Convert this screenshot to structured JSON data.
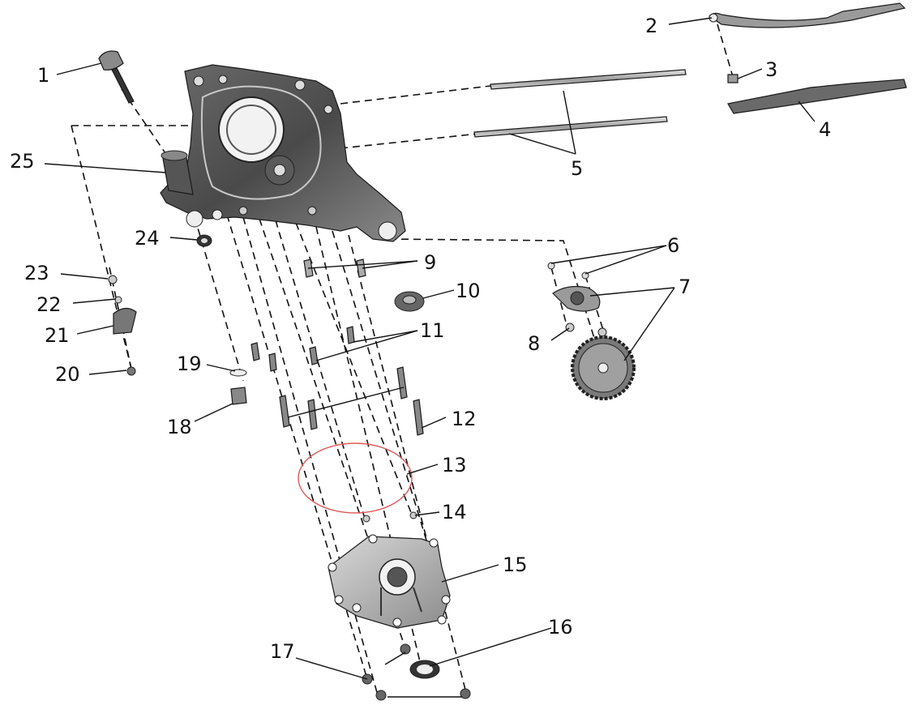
{
  "diagram": {
    "type": "exploded-parts-view",
    "callouts": [
      "1",
      "2",
      "3",
      "4",
      "5",
      "6",
      "7",
      "8",
      "9",
      "10",
      "11",
      "12",
      "13",
      "14",
      "15",
      "16",
      "17",
      "18",
      "19",
      "20",
      "21",
      "22",
      "23",
      "24",
      "25"
    ]
  },
  "colors": {
    "background": "#ffffff",
    "line": "#111111",
    "casting_dark": "#4a4a4a",
    "casting_mid": "#7a7a7a",
    "casting_light": "#b5b5b5",
    "gasket": "#e05a5a"
  },
  "icons": {
    "crankcase": "crankcase-half",
    "dipstick": "dipstick-cap",
    "gear": "spur-gear",
    "cover": "clutch-cover-plate"
  }
}
